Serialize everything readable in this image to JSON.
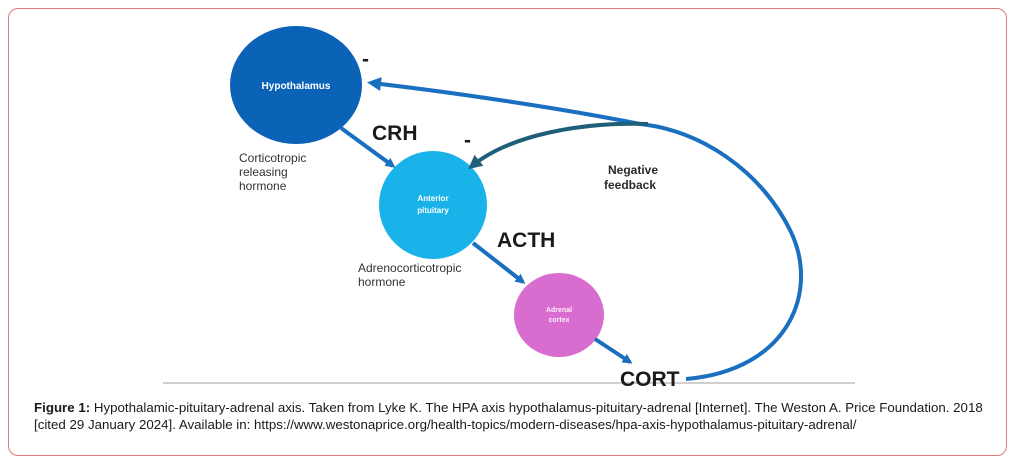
{
  "diagram": {
    "nodes": {
      "hypothalamus": "Hypothalamus",
      "anterior_pituitary": [
        "Anterior",
        "pituitary"
      ],
      "adrenal_cortex": [
        "Adrenal",
        "cortex"
      ]
    },
    "hormones": {
      "crh": "CRH",
      "crh_full": [
        "Corticotropic",
        "releasing",
        "hormone"
      ],
      "acth": "ACTH",
      "acth_full": [
        "Adrenocorticotropic",
        "hormone"
      ],
      "cort": "CORT"
    },
    "feedback": {
      "label": [
        "Negative",
        "feedback"
      ],
      "sign_hypothalamus": "-",
      "sign_pituitary": "-"
    },
    "colors": {
      "hypothalamus": "#0b63b8",
      "anterior_pituitary": "#19b3ea",
      "adrenal_cortex": "#d86dcf",
      "arrow": "#1a6fc0",
      "feedback_branch": "#1f5f7a"
    }
  },
  "caption": {
    "label": "Figure 1:",
    "text": " Hypothalamic-pituitary-adrenal axis. Taken from Lyke K. The HPA axis hypothalamus-pituitary-adrenal [Internet]. The Weston A. Price Foundation. 2018 [cited 29 January 2024]. Available in: https://www.westonaprice.org/health-topics/modern-diseases/hpa-axis-hypothalamus-pituitary-adrenal/"
  }
}
